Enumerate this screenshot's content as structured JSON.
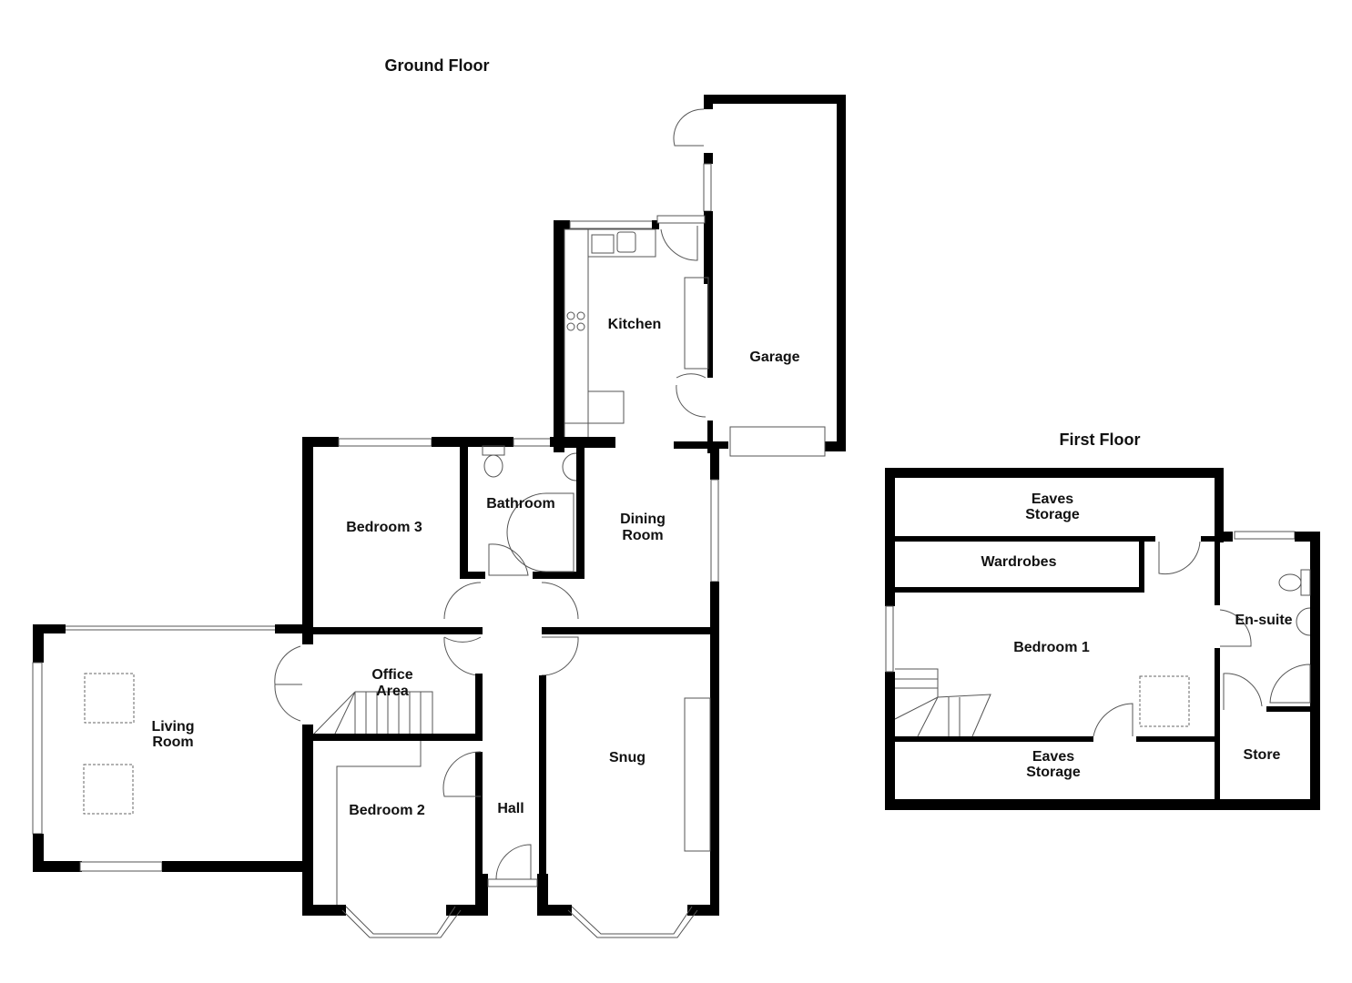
{
  "titles": {
    "ground_floor": "Ground Floor",
    "first_floor": "First Floor"
  },
  "ground_floor": {
    "rooms": {
      "kitchen": "Kitchen",
      "garage": "Garage",
      "bedroom3": "Bedroom 3",
      "bathroom": "Bathroom",
      "dining_l1": "Dining",
      "dining_l2": "Room",
      "living_l1": "Living",
      "living_l2": "Room",
      "office_l1": "Office",
      "office_l2": "Area",
      "bedroom2": "Bedroom 2",
      "hall": "Hall",
      "snug": "Snug"
    }
  },
  "first_floor": {
    "rooms": {
      "eaves_top_l1": "Eaves",
      "eaves_top_l2": "Storage",
      "wardrobes": "Wardrobes",
      "bedroom1": "Bedroom 1",
      "ensuite": "En-suite",
      "eaves_bottom_l1": "Eaves",
      "eaves_bottom_l2": "Storage",
      "store": "Store"
    }
  },
  "colors": {
    "wall": "#000000",
    "background": "#ffffff",
    "fixture_line": "#555555"
  }
}
